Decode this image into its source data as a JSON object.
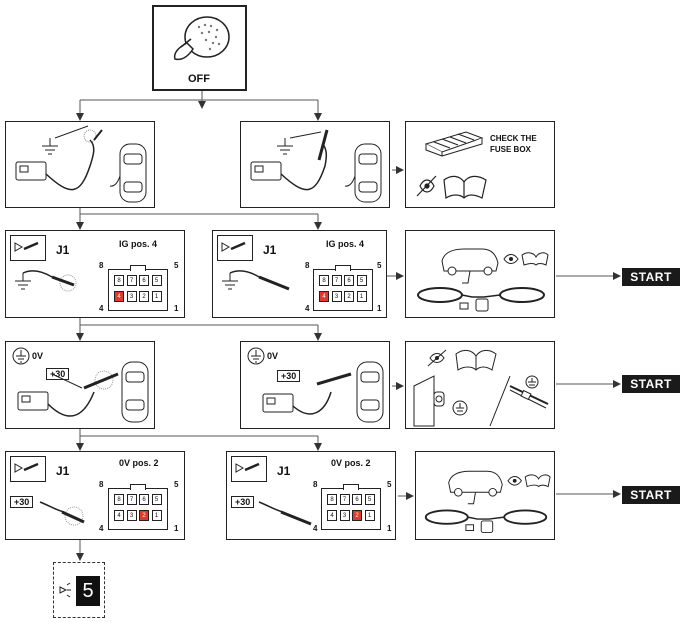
{
  "top": {
    "off_label": "OFF"
  },
  "row1": {
    "check_label_1": "CHECK THE",
    "check_label_2": "FUSE BOX"
  },
  "row2": {
    "left": {
      "j": "J1",
      "title": "IG pos. 4",
      "pin_left_top": "8",
      "pin_right_top": "5",
      "pin_left_bottom": "4",
      "pin_right_bottom": "1",
      "pins": [
        "8",
        "7",
        "6",
        "5",
        "4",
        "3",
        "2",
        "1"
      ],
      "highlight": "4"
    },
    "right": {
      "j": "J1",
      "title": "IG pos. 4",
      "pin_left_top": "8",
      "pin_right_top": "5",
      "pin_left_bottom": "4",
      "pin_right_bottom": "1",
      "pins": [
        "8",
        "7",
        "6",
        "5",
        "4",
        "3",
        "2",
        "1"
      ],
      "highlight": "4"
    }
  },
  "row3": {
    "left_volt": "0V",
    "left_tag": "+30",
    "right_volt": "0V",
    "right_tag": "+30"
  },
  "row4": {
    "left": {
      "j": "J1",
      "title": "0V pos. 2",
      "tag": "+30",
      "pin_left_top": "8",
      "pin_right_top": "5",
      "pin_left_bottom": "4",
      "pin_right_bottom": "1",
      "pins": [
        "8",
        "7",
        "6",
        "5",
        "4",
        "3",
        "2",
        "1"
      ],
      "highlight": "2"
    },
    "right": {
      "j": "J1",
      "title": "0V pos. 2",
      "tag": "+30",
      "pin_left_top": "8",
      "pin_right_top": "5",
      "pin_left_bottom": "4",
      "pin_right_bottom": "1",
      "pins": [
        "8",
        "7",
        "6",
        "5",
        "4",
        "3",
        "2",
        "1"
      ],
      "highlight": "2"
    }
  },
  "start_labels": [
    "START",
    "START",
    "START"
  ],
  "next_step": "5",
  "colors": {
    "highlight_pin": "#e03a2a",
    "start_bg": "#1a1a1a",
    "line": "#333333"
  }
}
